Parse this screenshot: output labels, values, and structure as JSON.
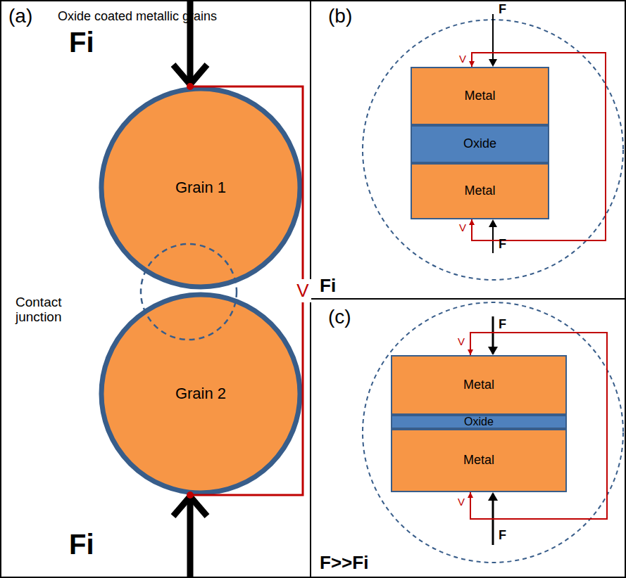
{
  "diagram": {
    "nodes": [
      {
        "text": [
          "Grain 1"
        ]
      },
      {
        "text": [
          "Grain 2"
        ]
      },
      {
        "text": [
          "Metal"
        ]
      },
      {
        "text": [
          "Oxide"
        ]
      },
      {
        "text": [
          "Metal"
        ]
      },
      {
        "text": [
          "Metal"
        ]
      },
      {
        "text": [
          "Oxide"
        ]
      },
      {
        "text": [
          "Metal"
        ]
      }
    ],
    "edges": [
      {
        "from": 0,
        "to": 1,
        "label": "V",
        "arrow": "none"
      },
      {
        "from": 2,
        "to": 4,
        "arrow": "both"
      },
      {
        "from": 5,
        "to": 7,
        "arrow": "both"
      }
    ],
    "labels": [
      "(a)",
      "Oxide coated metallic grains",
      "Fi",
      "Fi",
      "Contact junction",
      "(b)",
      "F",
      "F",
      "V",
      "V",
      "Fi",
      "(c)",
      "F",
      "F",
      "V",
      "V",
      "F>>Fi"
    ]
  }
}
